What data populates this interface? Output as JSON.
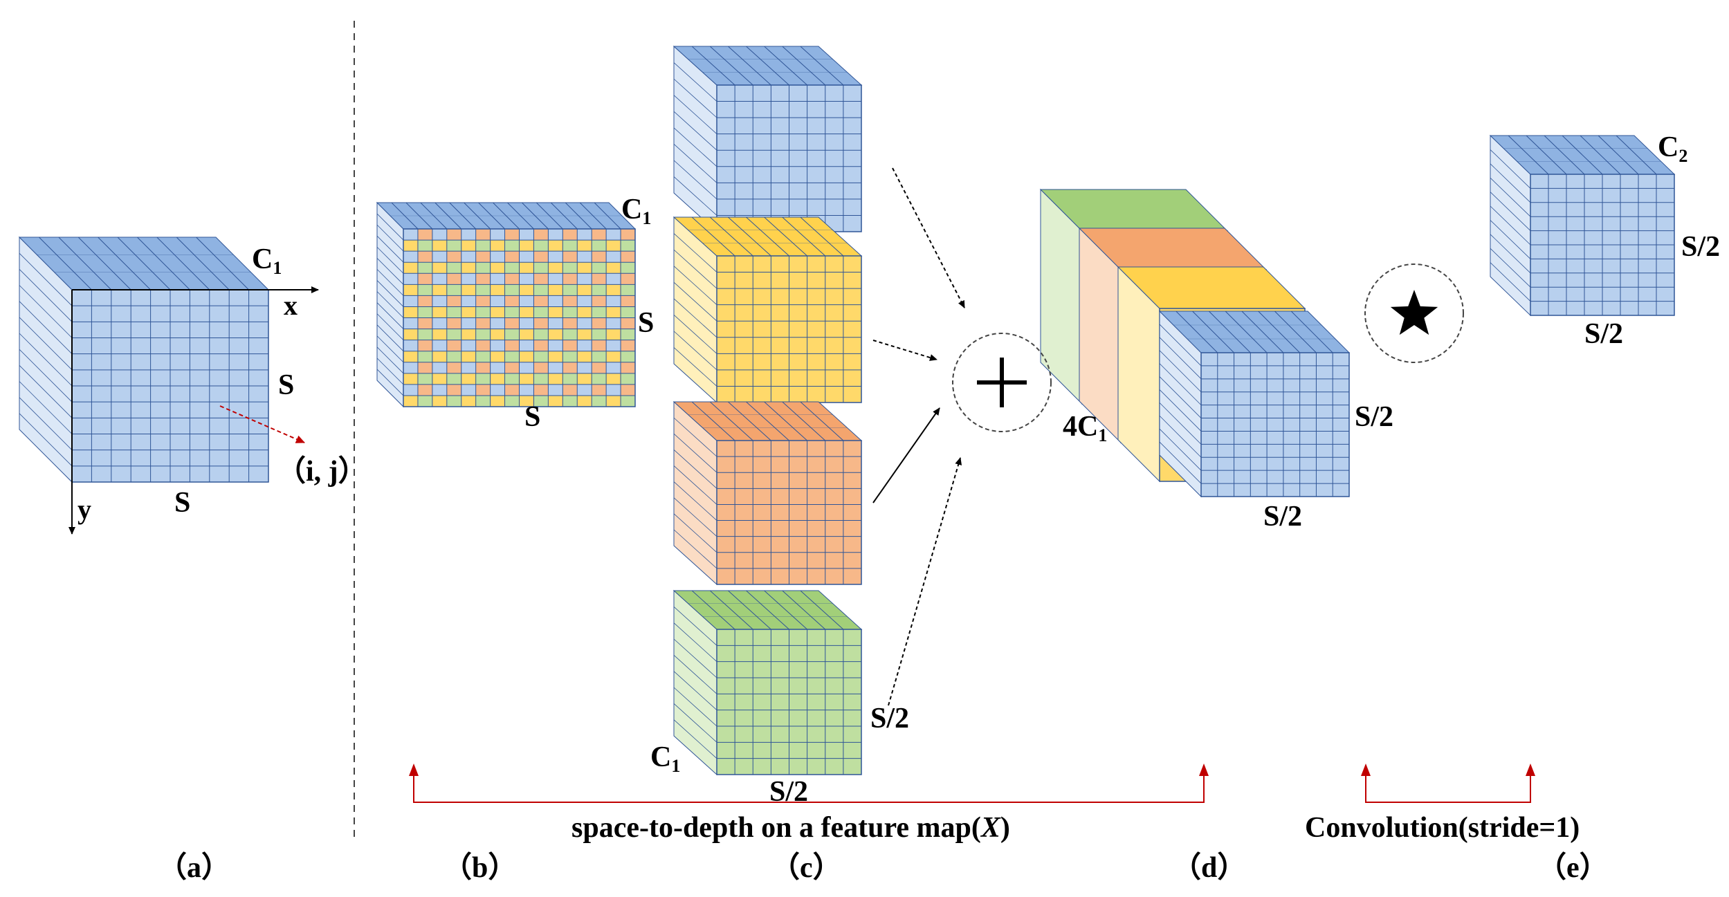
{
  "labels": {
    "a_c1": "C",
    "a_c1_sub": "1",
    "a_x": "x",
    "a_y": "y",
    "a_s_right": "S",
    "a_s_bottom": "S",
    "a_ij": "（i,   j）",
    "b_c1": "C",
    "b_c1_sub": "1",
    "b_s_right": "S",
    "b_s_bottom": "S",
    "c_c1": "C",
    "c_c1_sub": "1",
    "c_s2_right": "S/2",
    "c_s2_bottom": "S/2",
    "d_4c1": "4C",
    "d_4c1_sub": "1",
    "d_s2_right": "S/2",
    "d_s2_bottom": "S/2",
    "e_c2": "C",
    "e_c2_sub": "2",
    "e_s2_right": "S/2",
    "e_s2_bottom": "S/2",
    "plus": "+",
    "caption_std": "space-to-depth on a feature map(",
    "caption_std_var": "X",
    "caption_std_end": ")",
    "caption_conv": "Convolution(stride=1)",
    "panel_a": "（a）",
    "panel_b": "（b）",
    "panel_c": "（c）",
    "panel_d": "（d）",
    "panel_e": "（e）"
  },
  "colors": {
    "blue_front": "#b8d0ee",
    "blue_top": "#8fb3e2",
    "blue_side": "#dce8f7",
    "yellow_front": "#ffd96a",
    "yellow_top": "#ffd24d",
    "yellow_side": "#fff0bb",
    "orange_front": "#f7b889",
    "orange_top": "#f4a56e",
    "orange_side": "#fbdcc4",
    "green_front": "#bfdfa0",
    "green_top": "#a2cf79",
    "green_side": "#e0f0d0",
    "grid_line": "#2f5597",
    "red_arrow": "#c00000",
    "bracket": "#c00000"
  }
}
